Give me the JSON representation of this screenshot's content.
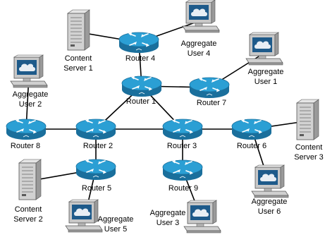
{
  "routers": [
    {
      "id": "r1",
      "label": "Router 1"
    },
    {
      "id": "r2",
      "label": "Router 2"
    },
    {
      "id": "r3",
      "label": "Router 3"
    },
    {
      "id": "r4",
      "label": "Router 4"
    },
    {
      "id": "r5",
      "label": "Router 5"
    },
    {
      "id": "r6",
      "label": "Router 6"
    },
    {
      "id": "r7",
      "label": "Router 7"
    },
    {
      "id": "r8",
      "label": "Router 8"
    },
    {
      "id": "r9",
      "label": "Router 9"
    }
  ],
  "servers": [
    {
      "id": "cs1",
      "label_line1": "Content",
      "label_line2": "Server 1"
    },
    {
      "id": "cs2",
      "label_line1": "Content",
      "label_line2": "Server 2"
    },
    {
      "id": "cs3",
      "label_line1": "Content",
      "label_line2": "Server 3"
    }
  ],
  "users": [
    {
      "id": "u1",
      "label_line1": "Aggregate",
      "label_line2": "User 1"
    },
    {
      "id": "u2",
      "label_line1": "Aggregate",
      "label_line2": "User 2"
    },
    {
      "id": "u3",
      "label_line1": "Aggregate",
      "label_line2": "User 3"
    },
    {
      "id": "u4",
      "label_line1": "Aggregate",
      "label_line2": "User 4"
    },
    {
      "id": "u5",
      "label_line1": "Aggregate",
      "label_line2": "User 5"
    },
    {
      "id": "u6",
      "label_line1": "Aggregate",
      "label_line2": "User 6"
    }
  ],
  "links": [
    [
      "r4",
      "r1"
    ],
    [
      "r1",
      "r2"
    ],
    [
      "r1",
      "r3"
    ],
    [
      "r1",
      "r7"
    ],
    [
      "r8",
      "r2"
    ],
    [
      "r2",
      "r3"
    ],
    [
      "r3",
      "r6"
    ],
    [
      "r2",
      "r5"
    ],
    [
      "r3",
      "r9"
    ],
    [
      "cs1",
      "r4"
    ],
    [
      "u4",
      "r4"
    ],
    [
      "u1",
      "r7"
    ],
    [
      "u2",
      "r8"
    ],
    [
      "cs2",
      "r5"
    ],
    [
      "u5",
      "r5"
    ],
    [
      "u3",
      "r9"
    ],
    [
      "cs3",
      "r6"
    ],
    [
      "u6",
      "r6"
    ]
  ],
  "colors": {
    "router_top": "#2b9fd4",
    "router_side": "#1a6f9c",
    "router_arrows": "#ffffff",
    "link": "#000000",
    "server_body": "#d2d2d2",
    "monitor_body": "#c8c8c8",
    "screen_bg": "#1e5a8a",
    "cloud": "#e8eef4"
  }
}
